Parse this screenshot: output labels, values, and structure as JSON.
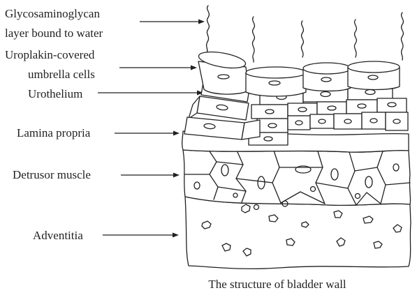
{
  "labels": {
    "gag_line1": "Glycosaminoglycan",
    "gag_line2": "layer bound to water",
    "umbrella_line1": "Uroplakin-covered",
    "umbrella_line2": "umbrella cells",
    "urothelium": "Urothelium",
    "lamina": "Lamina propria",
    "detrusor": "Detrusor muscle",
    "adventitia": "Adventitia"
  },
  "caption": "The structure of bladder wall",
  "colors": {
    "ink": "#231f20",
    "background": "#ffffff"
  }
}
